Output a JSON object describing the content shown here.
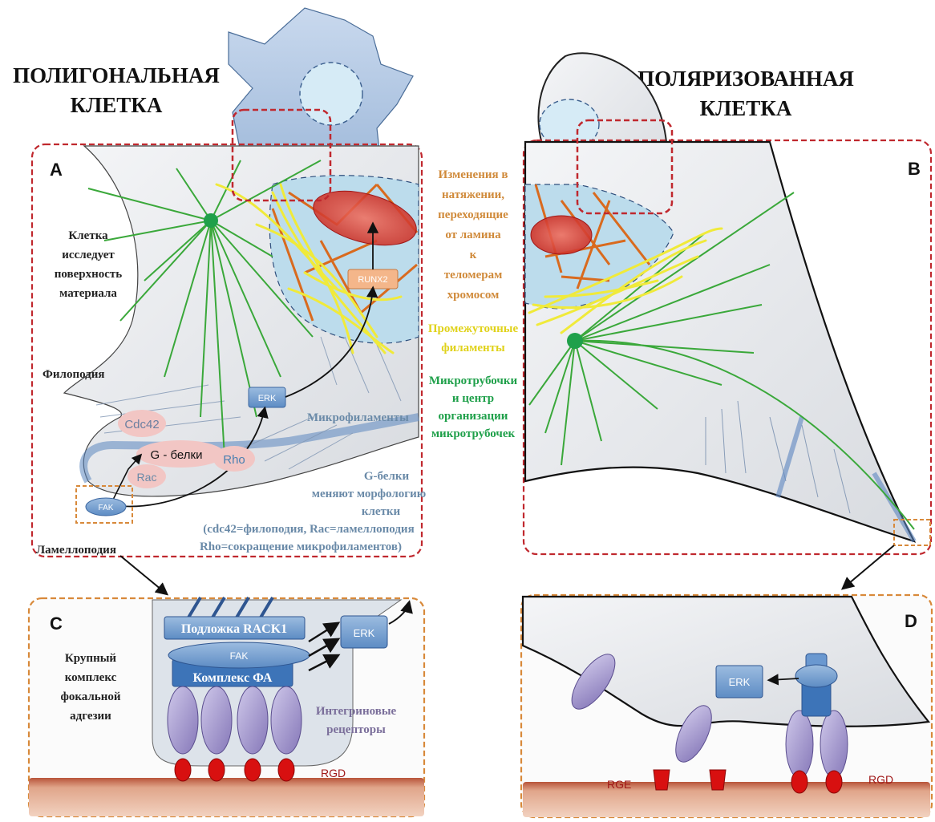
{
  "left_title": [
    "ПОЛИГОНАЛЬНАЯ",
    "КЛЕТКА"
  ],
  "right_title": [
    "ПОЛЯРИЗОВАННАЯ",
    "КЛЕТКА"
  ],
  "panel_letters": {
    "a": "A",
    "b": "B",
    "c": "C",
    "d": "D"
  },
  "panel_a": {
    "cell_explores": [
      "Клетка",
      "исследует",
      "поверхность",
      "материала"
    ],
    "filopodia": "Филоподия",
    "lamellipodia": "Ламеллоподия",
    "microfilaments": "Микрофиламенты",
    "erk": "ERK",
    "runx2": "RUNX2",
    "cdc42": "Cdc42",
    "g_proteins": "G - белки",
    "rho": "Rho",
    "rac": "Rac",
    "fak": "FAK",
    "g_proteins_note": [
      "G-белки",
      "меняют морфологию",
      "клетки",
      "(cdc42=филоподия, Rac=ламеллоподия",
      "Rho=сокращение микрофиламентов)"
    ]
  },
  "middle": {
    "tension": [
      "Изменения в",
      "натяжении,",
      "переходящие",
      "от ламина",
      "к",
      "теломерам",
      "хромосом"
    ],
    "intermediate": [
      "Промежуточные",
      "филаменты"
    ],
    "microtubules": [
      "Микротрубочки",
      "и центр",
      "организации",
      "микротрубочек"
    ]
  },
  "panel_c": {
    "large_complex": [
      "Крупный",
      "комплекс",
      "фокальной",
      "адгезии"
    ],
    "rack1": "Подложка RACK1",
    "fak": "FAK",
    "fa_complex": "Комплекс ФА",
    "erk": "ERK",
    "integrins": [
      "Интегриновые",
      "рецепторы"
    ],
    "rgd": "RGD"
  },
  "panel_d": {
    "erk": "ERK",
    "rge": "RGE",
    "rgd": "RGD"
  },
  "colors": {
    "dashed_red": "#c0282e",
    "dashed_orange": "#d8893a",
    "microtubule_green": "#3aa83a",
    "intermediate_yellow": "#f0ea3a",
    "nucleus_blue": "#bcdcec",
    "cell_blue": "#a9c4e0",
    "integrin_purple": "#a99ed0",
    "rgd_red": "#d81010"
  }
}
